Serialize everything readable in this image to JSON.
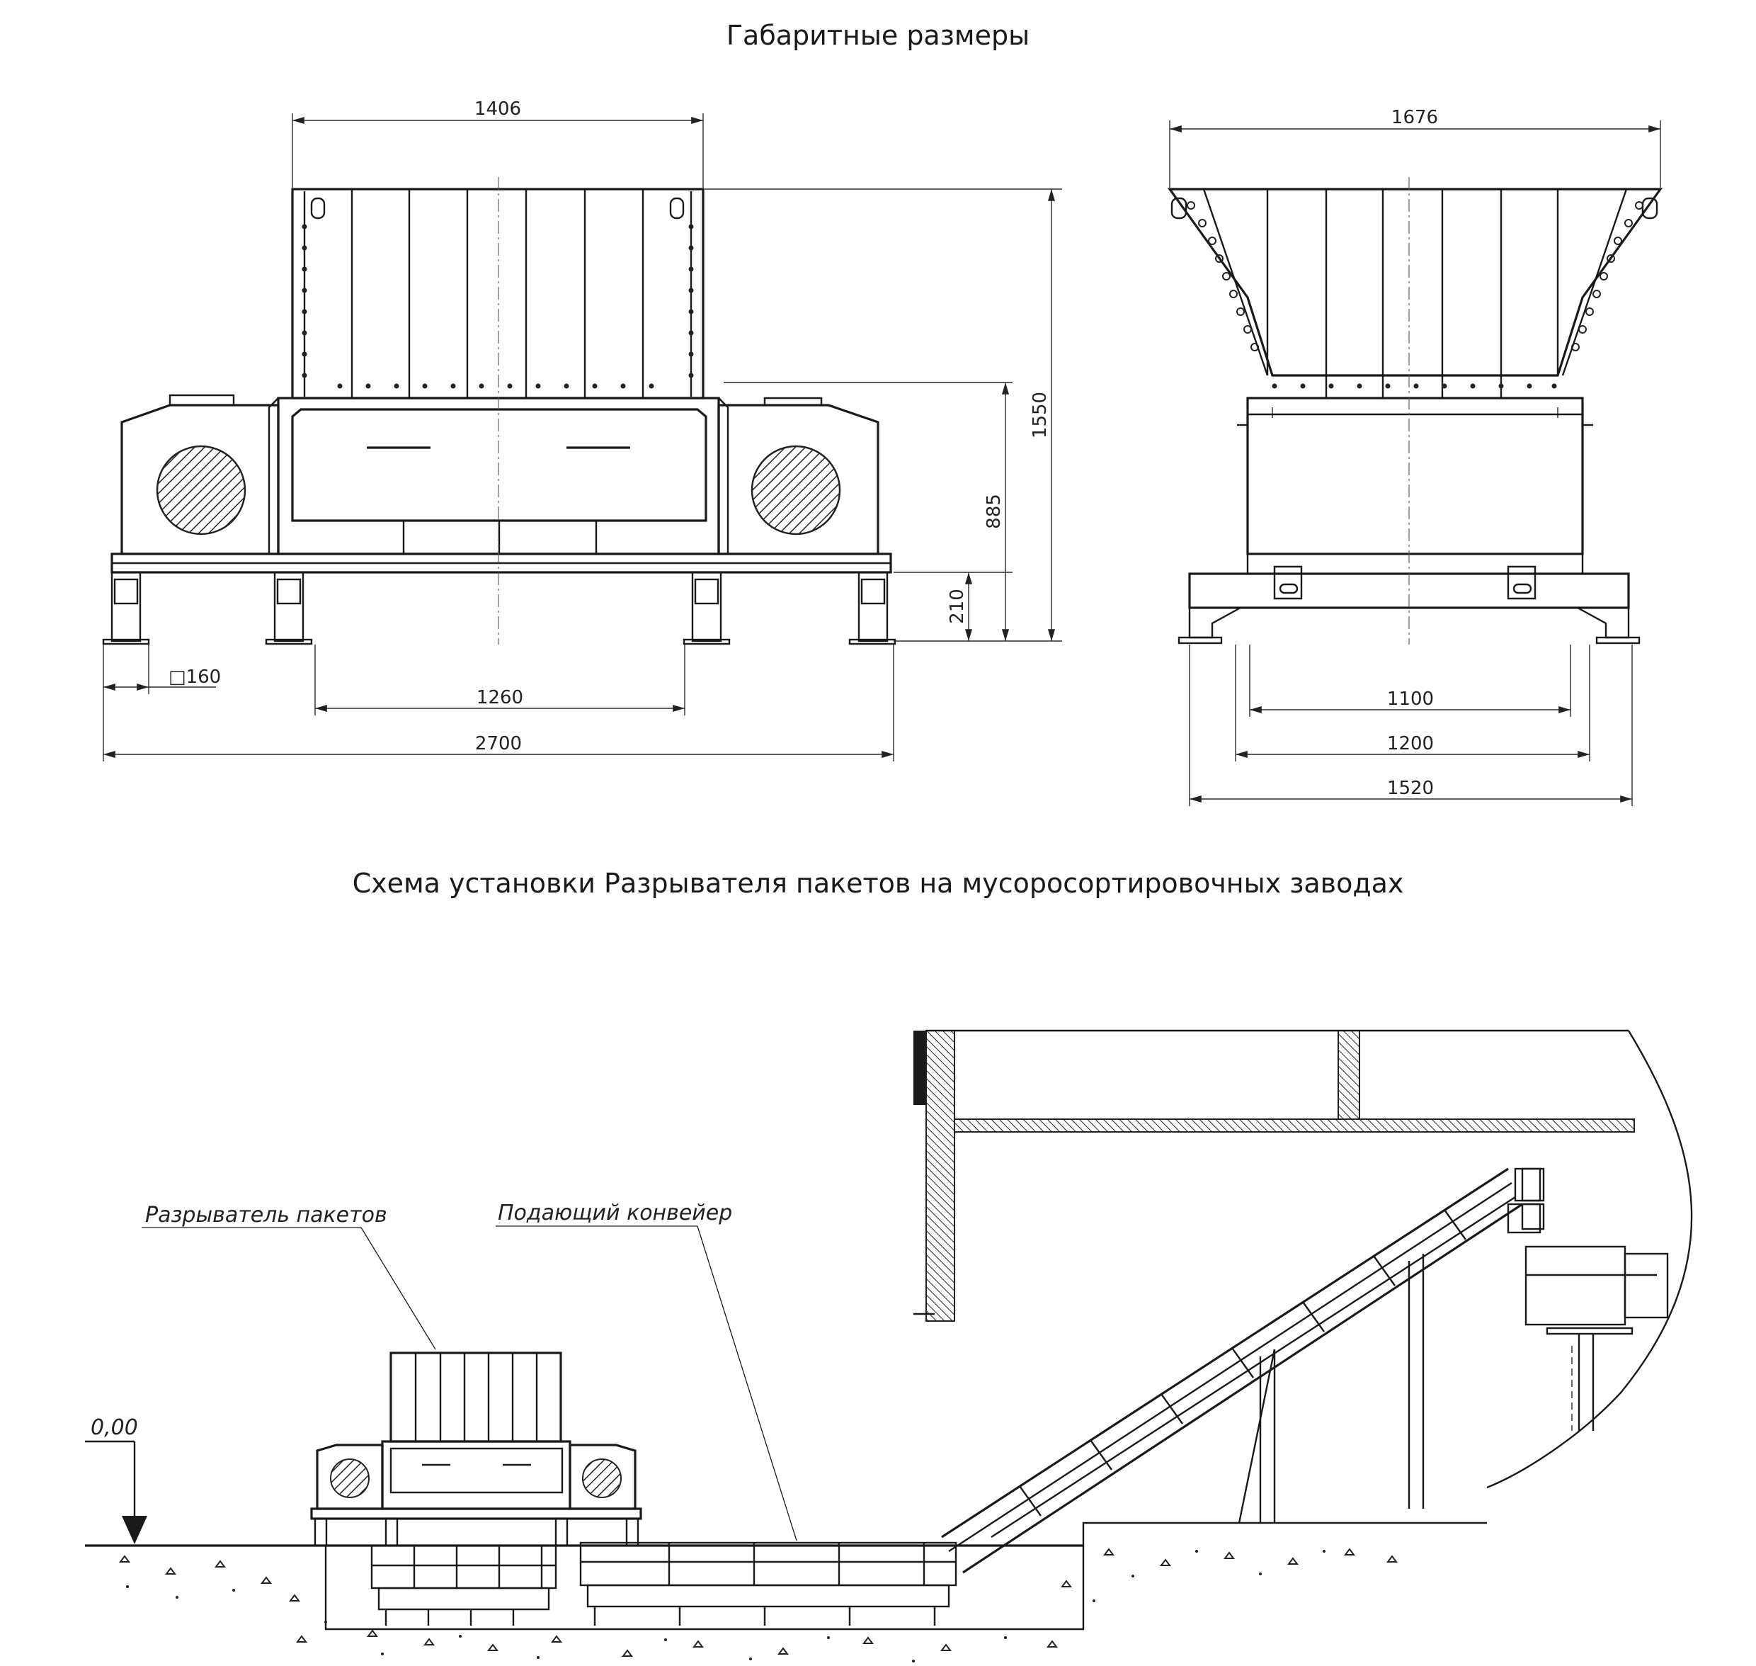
{
  "titles": {
    "dimensions": "Габаритные размеры",
    "installation": "Схема установки Разрывателя пакетов на мусоросортировочных заводах"
  },
  "front_view": {
    "dim_hopper_width": "1406",
    "dim_total_height": "1550",
    "dim_body_height": "885",
    "dim_frame_height": "210",
    "dim_leg_size": "□160",
    "dim_leg_spacing": "1260",
    "dim_total_length": "2700"
  },
  "side_view": {
    "dim_hopper_width": "1676",
    "dim_inner_width": "1100",
    "dim_frame_width": "1200",
    "dim_total_width": "1520"
  },
  "installation": {
    "label_opener": "Разрыватель пакетов",
    "label_conveyor": "Подающий конвейер",
    "label_level": "0,00"
  }
}
